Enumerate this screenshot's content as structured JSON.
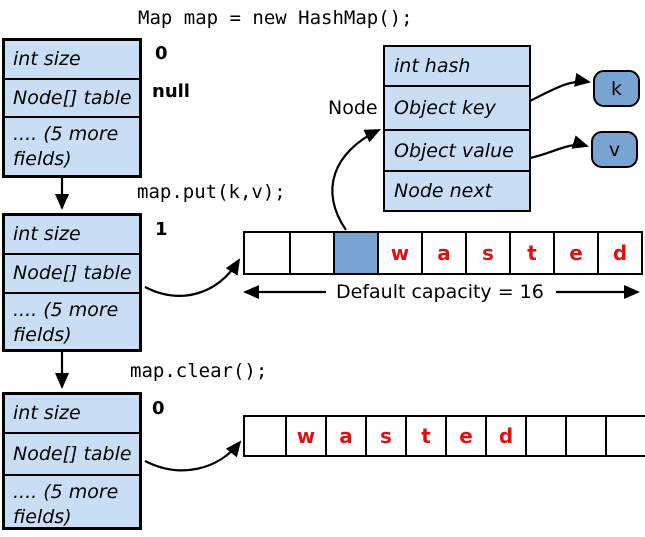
{
  "title_code": "Map map = new HashMap();",
  "colors": {
    "struct_fill": "#c9def4",
    "accent_fill": "#78a4d4",
    "wasted_letter_red": "#dd1111",
    "border": "#000000"
  },
  "states": [
    {
      "name": "initial",
      "size_label": "int size",
      "table_label": "Node[] table",
      "more_label": ".... (5 more fields)",
      "size_value": "0",
      "table_value": "null"
    },
    {
      "name": "after_put",
      "size_label": "int size",
      "table_label": "Node[] table",
      "more_label": ".... (5 more fields)",
      "size_value": "1"
    },
    {
      "name": "after_clear",
      "size_label": "int size",
      "table_label": "Node[] table",
      "more_label": ".... (5 more fields)",
      "size_value": "0"
    }
  ],
  "operations": {
    "put": "map.put(k,v);",
    "clear": "map.clear();"
  },
  "node_struct": {
    "label": "Node",
    "fields": [
      "int hash",
      "Object key",
      "Object value",
      "Node next"
    ]
  },
  "key_ref": "k",
  "value_ref": "v",
  "middle_array": {
    "cells": [
      "",
      "",
      "",
      "w",
      "a",
      "s",
      "t",
      "e",
      "d"
    ],
    "filled_index": 2,
    "caption": "Default capacity = 16"
  },
  "bottom_array": {
    "cells": [
      "",
      "w",
      "a",
      "s",
      "t",
      "e",
      "d",
      "",
      "",
      ""
    ]
  }
}
